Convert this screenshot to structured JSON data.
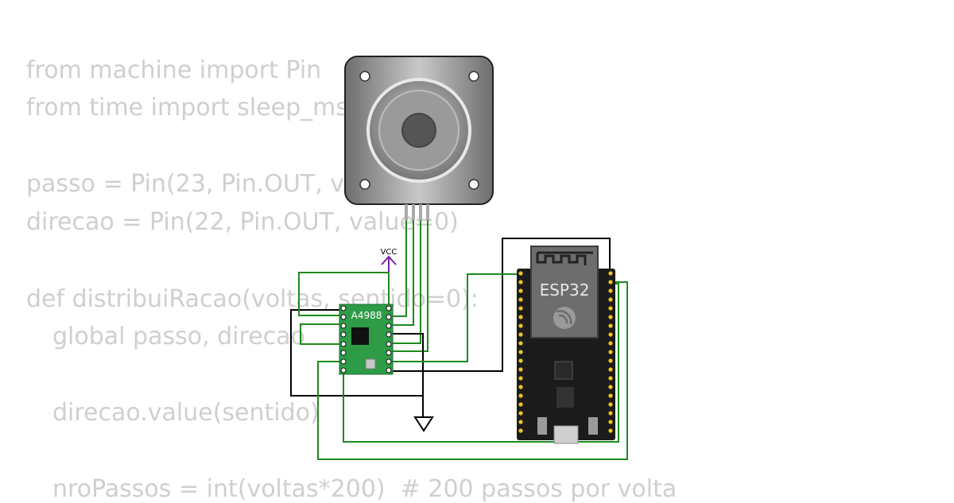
{
  "code": {
    "lines": [
      "from machine import Pin",
      "from time import sleep_ms",
      "passo = Pin(23, Pin.OUT, value=0)",
      "direcao = Pin(22, Pin.OUT, value=0)",
      "def distribuiRacao(voltas, sentido=0):",
      "global passo, direcao",
      "direcao.value(sentido)",
      "nroPassos = int(voltas*200)  # 200 passos por volta"
    ]
  },
  "circuit": {
    "driver_label": "A4988",
    "mcu_label": "ESP32",
    "vcc_label": "VCC",
    "colors": {
      "wire_green": "#1e8a1e",
      "wire_black": "#000000",
      "wire_red": "#d01010",
      "vcc_purple": "#7b1fa2",
      "board_black": "#1b1b1b",
      "driver_green": "#2e9b46",
      "pin_gold": "#f0c419"
    }
  }
}
